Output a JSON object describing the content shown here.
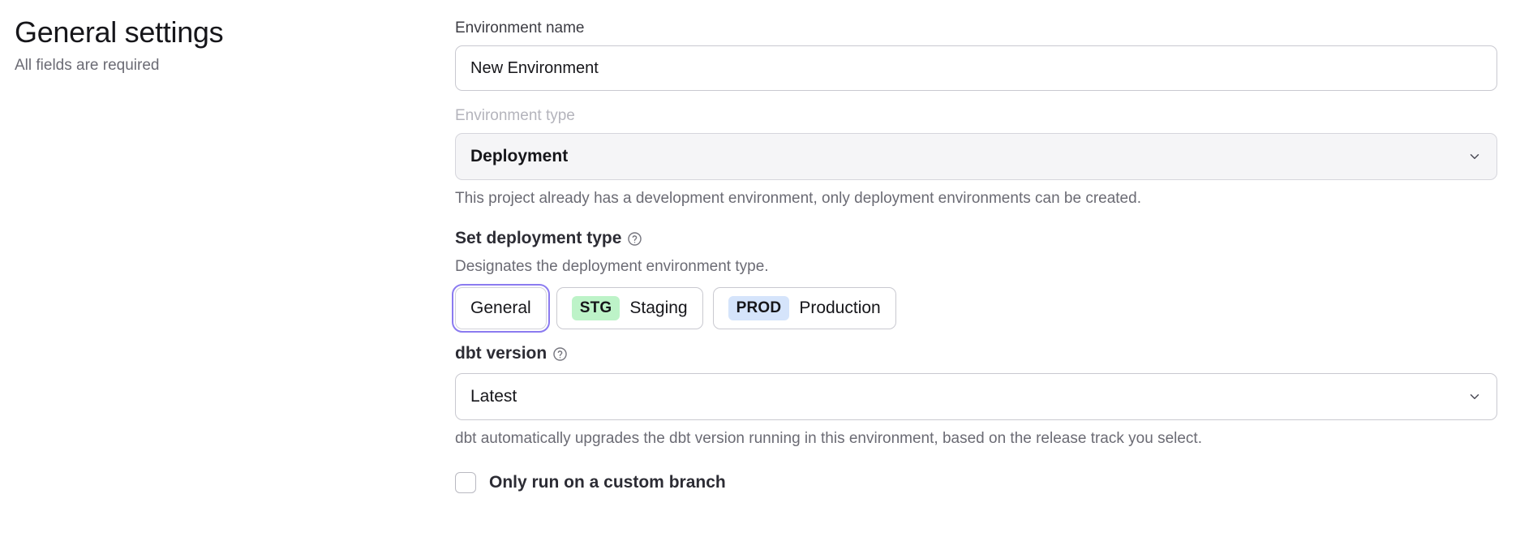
{
  "header": {
    "title": "General settings",
    "subtitle": "All fields are required"
  },
  "form": {
    "environment_name": {
      "label": "Environment name",
      "value": "New Environment",
      "placeholder": "Environment name"
    },
    "environment_type": {
      "label": "Environment type",
      "value": "Deployment",
      "disabled": true,
      "help": "This project already has a development environment, only deployment environments can be created.",
      "chevron_icon": "chevron-down-icon"
    },
    "deployment_type": {
      "heading": "Set deployment type",
      "info_icon": "help-circle-icon",
      "description": "Designates the deployment environment type.",
      "options": [
        {
          "label": "General",
          "badge": "",
          "badge_color": "",
          "selected": true
        },
        {
          "label": "Staging",
          "badge": "STG",
          "badge_color": "#bdf3c8",
          "selected": false
        },
        {
          "label": "Production",
          "badge": "PROD",
          "badge_color": "#d5e4fb",
          "selected": false
        }
      ]
    },
    "dbt_version": {
      "label": "dbt version",
      "info_icon": "help-circle-icon",
      "value": "Latest",
      "help": "dbt automatically upgrades the dbt version running in this environment, based on the release track you select.",
      "chevron_icon": "chevron-down-icon"
    },
    "custom_branch": {
      "label": "Only run on a custom branch",
      "checked": false
    }
  },
  "colors": {
    "focus_ring": "#8b7bf0",
    "staging_badge": "#bdf3c8",
    "production_badge": "#d5e4fb",
    "text_primary": "#16161a",
    "text_muted": "#6b6b74"
  }
}
